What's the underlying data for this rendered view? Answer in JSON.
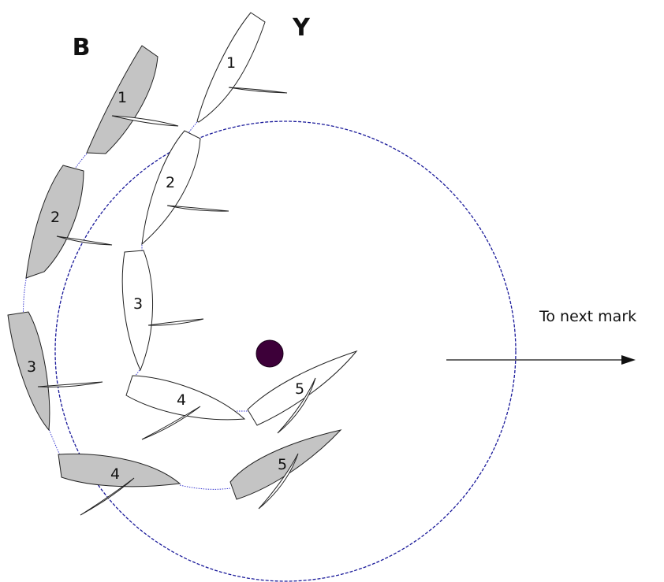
{
  "labels": {
    "fleet_b": "B",
    "fleet_y": "Y",
    "direction": "To next mark"
  },
  "boats_b": [
    "1",
    "2",
    "3",
    "4",
    "5"
  ],
  "boats_y": [
    "1",
    "2",
    "3",
    "4",
    "5"
  ],
  "colors": {
    "boat_b_fill": "#c4c4c4",
    "boat_y_fill": "#ffffff",
    "mark": "#3d0039",
    "zone_circle": "#1a1a9a"
  }
}
